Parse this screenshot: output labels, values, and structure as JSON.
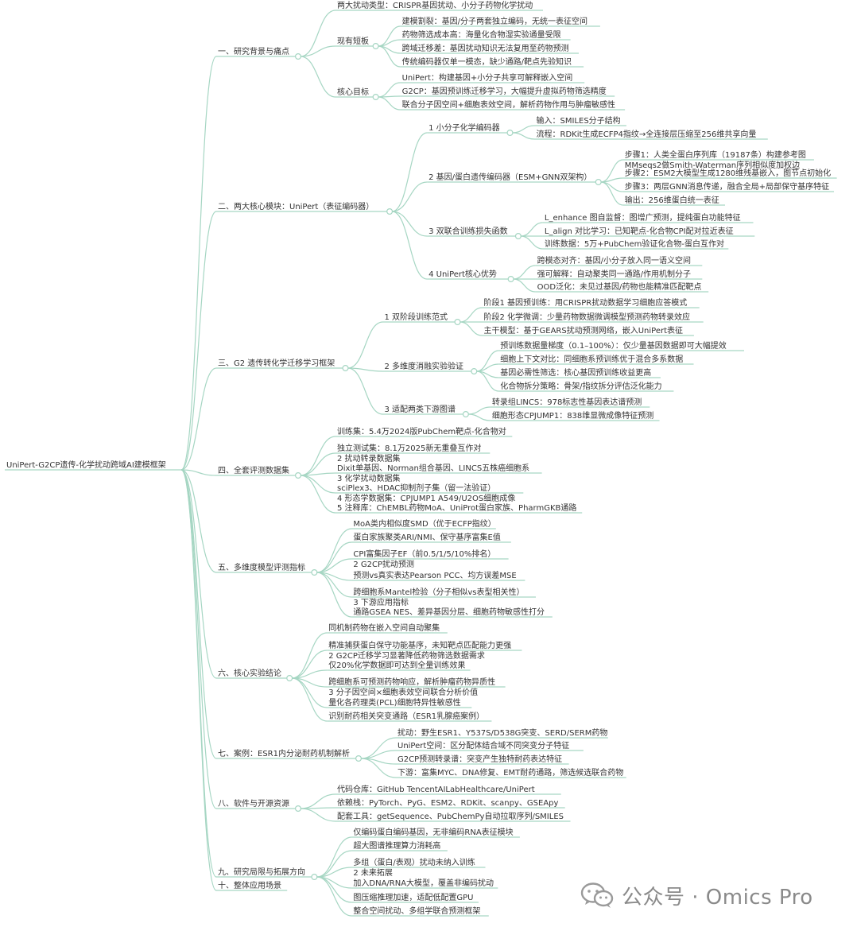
{
  "watermark": "公众号 · Omics Pro",
  "colors": {
    "line": "#a6d6c3",
    "text": "#333333"
  },
  "root": "UniPert-G2CP遗传-化学扰动跨域AI建模框架",
  "tree": [
    {
      "label": "一、研究背景与痛点",
      "children": [
        {
          "label": "两大扰动类型：CRISPR基因扰动、小分子药物化学扰动"
        },
        {
          "label": "现有短板",
          "children": [
            {
              "label": "建模割裂：基因/分子两套独立编码，无统一表征空间"
            },
            {
              "label": "药物筛选成本高：海量化合物湿实验通量受限"
            },
            {
              "label": "跨域迁移差：基因扰动知识无法复用至药物预测"
            },
            {
              "label": "传统编码器仅单一模态，缺少通路/靶点先验知识"
            }
          ]
        },
        {
          "label": "核心目标",
          "children": [
            {
              "label": "UniPert：构建基因+小分子共享可解释嵌入空间"
            },
            {
              "label": "G2CP：基因预训练迁移学习，大幅提升虚拟药物筛选精度"
            },
            {
              "label": "联合分子因空间+细胞表效空间，解析药物作用与肿瘤敏感性"
            }
          ]
        }
      ]
    },
    {
      "label": "二、两大核心模块：UniPert（表征编码器）",
      "children": [
        {
          "label": "1 小分子化学编码器",
          "children": [
            {
              "label": "输入：SMILES分子结构"
            },
            {
              "label": "流程：RDKit生成ECFP4指纹→全连接层压缩至256维共享向量"
            }
          ]
        },
        {
          "label": "2 基因/蛋白遗传编码器（ESM+GNN双架构）",
          "children": [
            {
              "label": "步骤1：人类全蛋白序列库（19187条）构建参考图",
              "label2": "MMseqs2做Smith-Waterman序列相似度加权边"
            },
            {
              "label": "步骤2：ESM2大模型生成1280维残基嵌入，图节点初始化"
            },
            {
              "label": "步骤3：两层GNN消息传递，融合全局+局部保守基序特征"
            },
            {
              "label": "输出：256维蛋白统一表征"
            }
          ]
        },
        {
          "label": "3 双联合训练损失函数",
          "children": [
            {
              "label": "L_enhance 图自监督：图增广预测，提纯蛋白功能特征"
            },
            {
              "label": "L_align 对比学习：已知靶点-化合物CPI配对拉近表征"
            },
            {
              "label": "训练数据：5万+PubChem验证化合物-蛋白互作对"
            }
          ]
        },
        {
          "label": "4 UniPert核心优势",
          "children": [
            {
              "label": "跨模态对齐：基因/小分子放入同一语义空间"
            },
            {
              "label": "强可解释：自动聚类同一通路/作用机制分子"
            },
            {
              "label": "OOD泛化：未见过基因/药物也能精准匹配靶点"
            }
          ]
        }
      ]
    },
    {
      "label": "三、G2 遗传转化学迁移学习框架",
      "children": [
        {
          "label": "1 双阶段训练范式",
          "children": [
            {
              "label": "阶段1 基因预训练：用CRISPR扰动数据学习细胞应答模式"
            },
            {
              "label": "阶段2 化学微调：少量药物数据微调模型预测药物转录效应"
            },
            {
              "label": "主干模型：基于GEARS扰动预测网络，嵌入UniPert表征"
            }
          ]
        },
        {
          "label": "2 多维度消融实验验证",
          "children": [
            {
              "label": "预训练数据量梯度（0.1–100%）：仅少量基因数据即可大幅提效"
            },
            {
              "label": "细胞上下文对比：同细胞系预训练优于混合多系数据"
            },
            {
              "label": "基因必需性筛选：核心基因预训练收益更高"
            },
            {
              "label": "化合物拆分策略：骨架/指纹拆分评估泛化能力"
            }
          ]
        },
        {
          "label": "3 适配两类下游图谱",
          "children": [
            {
              "label": "转录组LINCS：978标志性基因表达谱预测"
            },
            {
              "label": "细胞形态CPJUMP1：838维显微成像特征预测"
            }
          ]
        }
      ]
    },
    {
      "label": "四、全套评测数据集",
      "children": [
        {
          "label": "训练集：5.4万2024版PubChem靶点-化合物对"
        },
        {
          "label": "独立测试集：8.1万2025新无重叠互作对",
          "label2": "2 扰动转录数据集"
        },
        {
          "label": "Dixit单基因、Norman组合基因、LINCS五株癌细胞系",
          "label2": "3 化学扰动数据集"
        },
        {
          "label": "sciPlex3、HDAC抑制剂子集（留一法验证）",
          "label2": "4 形态学数据集：CPJUMP1 A549/U2OS细胞成像"
        },
        {
          "label": "5 注释库：ChEMBL药物MoA、UniProt蛋白家族、PharmGKB通路"
        }
      ]
    },
    {
      "label": "五、多维度模型评测指标",
      "children": [
        {
          "label": "MoA类内相似度SMD（优于ECFP指纹）"
        },
        {
          "label": "蛋白家族聚类ARI/NMI、保守基序富集E值"
        },
        {
          "label": "CPI富集因子EF（前0.5/1/5/10%排名）",
          "label2": "2 G2CP扰动预测"
        },
        {
          "label": "预测vs真实表达Pearson PCC、均方误差MSE"
        },
        {
          "label": "跨细胞系Mantel检验（分子相似vs表型相关性）",
          "label2": "3 下游应用指标"
        },
        {
          "label": "通路GSEA NES、差异基因分层、细胞药物敏感性打分"
        }
      ]
    },
    {
      "label": "六、核心实验结论",
      "children": [
        {
          "label": "同机制药物在嵌入空间自动聚集"
        },
        {
          "label": "精准捕获蛋白保守功能基序，未知靶点匹配能力更强",
          "label2": "2 G2CP迁移学习显著降低药物筛选数据需求"
        },
        {
          "label": "仅20%化学数据即可达到全量训练效果"
        },
        {
          "label": "跨细胞系可预测药物响应，解析肿瘤药物异质性",
          "label2": "3 分子因空间×细胞表效空间联合分析价值"
        },
        {
          "label": "量化各药理类(PCL)细胞特异性敏感性"
        },
        {
          "label": "识别耐药相关突变通路（ESR1乳腺癌案例）"
        }
      ]
    },
    {
      "label": "七、案例：ESR1内分泌耐药机制解析",
      "children": [
        {
          "label": "扰动：野生ESR1、Y537S/D538G突变、SERD/SERM药物"
        },
        {
          "label": "UniPert空间：区分配体结合域不同突变分子特征"
        },
        {
          "label": "G2CP预测转录谱：突变产生独特耐药表达特征"
        },
        {
          "label": "下游：富集MYC、DNA修复、EMT耐药通路，筛选候选联合药物"
        }
      ]
    },
    {
      "label": "八、软件与开源资源",
      "children": [
        {
          "label": "代码仓库：GitHub TencentAILabHealthcare/UniPert"
        },
        {
          "label": "依赖栈：PyTorch、PyG、ESM2、RDKit、scanpy、GSEApy"
        },
        {
          "label": "配套工具：getSequence、PubChemPy自动拉取序列/SMILES"
        }
      ]
    },
    {
      "label": "九、研究局限与拓展方向",
      "children": [
        {
          "label": "仅编码蛋白编码基因，无非编码RNA表征模块"
        },
        {
          "label": "超大图谱推理算力消耗高"
        },
        {
          "label": "多组（蛋白/表观）扰动未纳入训练",
          "label2": "2 未来拓展"
        },
        {
          "label": "加入DNA/RNA大模型，覆盖非编码扰动"
        },
        {
          "label": "图压缩推理加速，适配低配置GPU"
        },
        {
          "label": "整合空间扰动、多组学联合预测框架"
        }
      ]
    },
    {
      "label": "十、整体应用场景"
    }
  ]
}
